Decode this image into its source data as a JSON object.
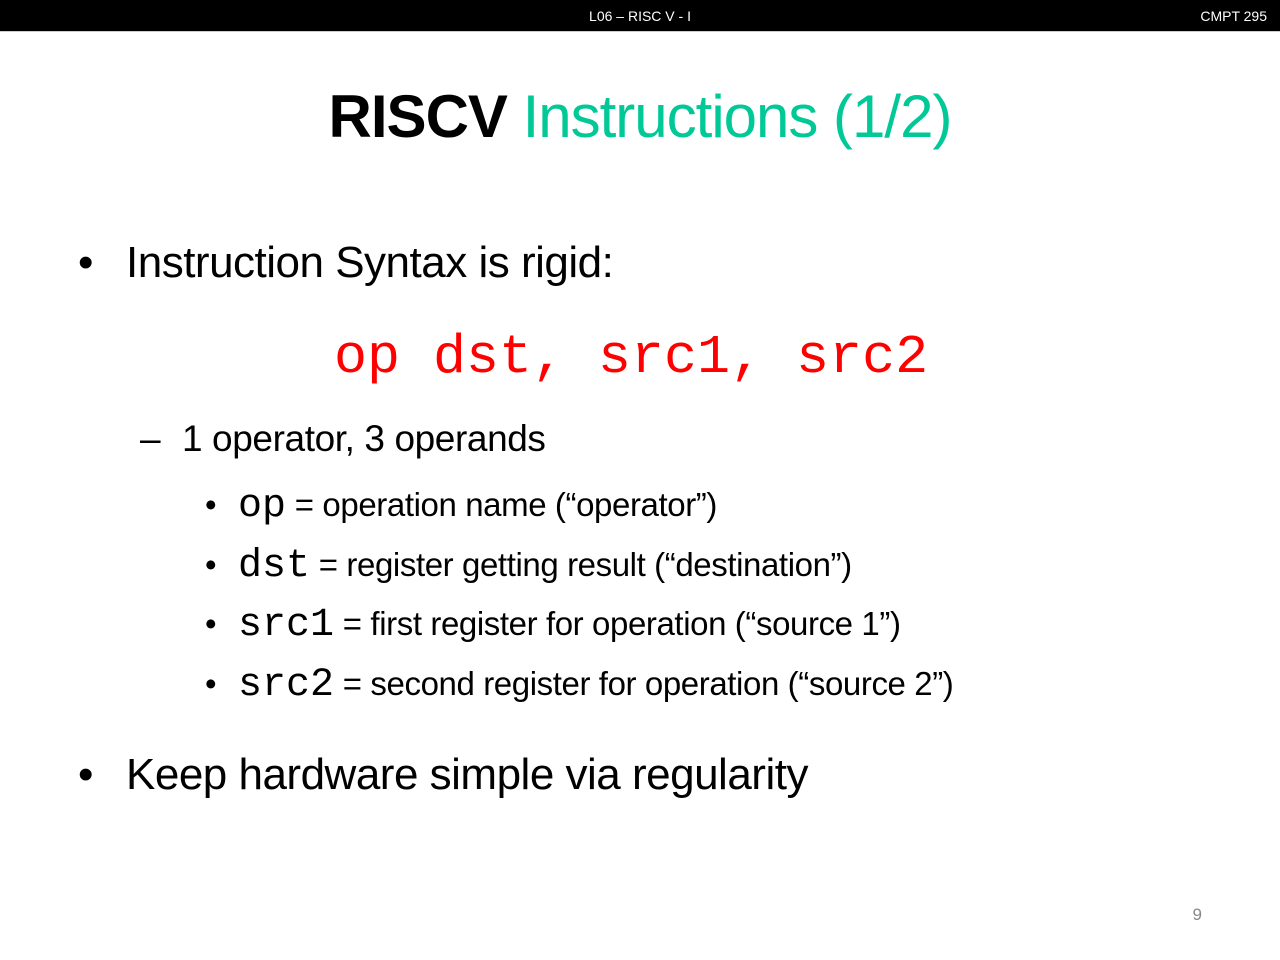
{
  "header": {
    "lecture": "L06 – RISC V - I",
    "course": "CMPT 295"
  },
  "title": {
    "bold": "RISCV",
    "colored": "Instructions (1/2)"
  },
  "accent_color": "#00c896",
  "code_color": "#ff0000",
  "bullets": [
    {
      "text": "Instruction Syntax is rigid:"
    },
    {
      "text": "Keep hardware simple via regularity"
    }
  ],
  "syntax": "op dst, src1, src2",
  "sub_bullet": "1 operator, 3 operands",
  "definitions": [
    {
      "term": "op",
      "desc": " = operation name (“operator”)"
    },
    {
      "term": "dst",
      "desc": " = register getting result (“destination”)"
    },
    {
      "term": "src1",
      "desc": " = first register for operation (“source 1”)"
    },
    {
      "term": "src2",
      "desc": " = second register for operation (“source 2”)"
    }
  ],
  "page_number": "9"
}
